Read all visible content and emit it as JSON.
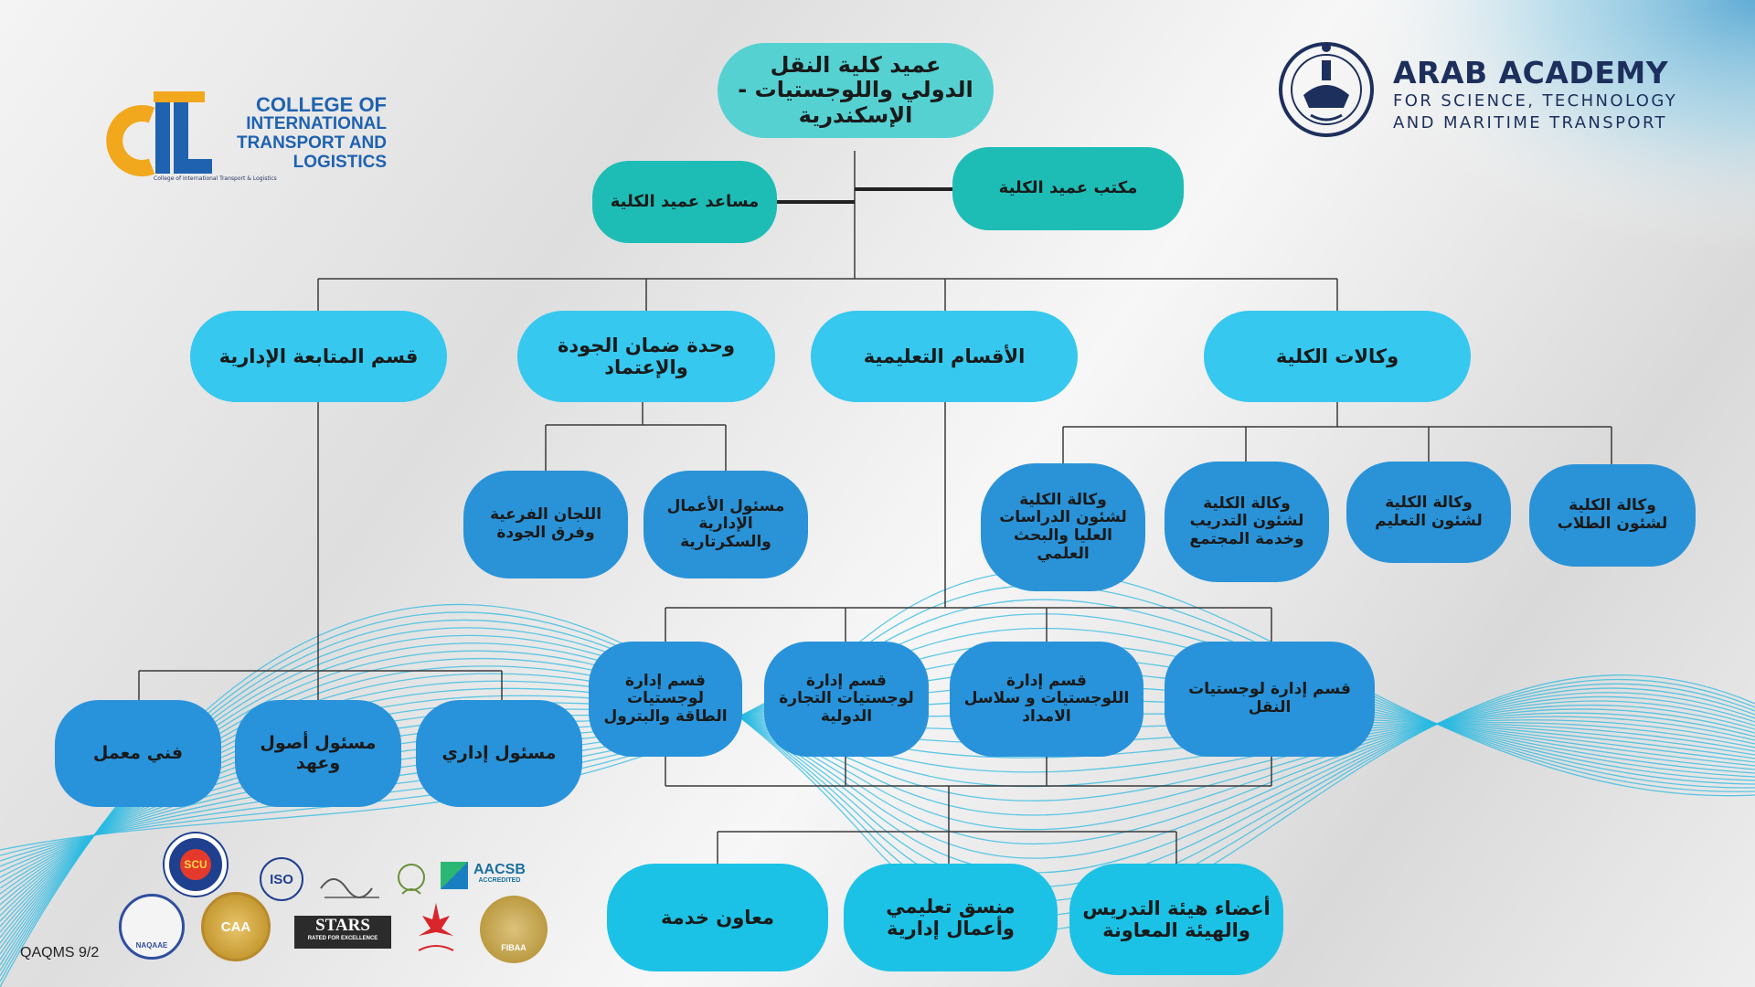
{
  "org": {
    "dean": "عميد كلية النقل الدولي واللوجستيات - الإسكندرية",
    "assistant_dean": "مساعد عميد الكلية",
    "dean_office": "مكتب عميد الكلية",
    "admin_followup": "قسم المتابعة الإدارية",
    "quality_unit": "وحدة ضمان الجودة والإعتماد",
    "academic_depts": "الأقسام التعليمية",
    "vice_deans": "وكالات الكلية",
    "sub_committees": "اللجان الفرعية وفرق الجودة",
    "admin_affairs": "مسئول الأعمال الإدارية والسكرتارية",
    "vd_graduate": "وكالة الكلية لشئون الدراسات العليا والبحث العلمي",
    "vd_training": "وكالة الكلية لشئون التدريب وخدمة المجتمع",
    "vd_education": "وكالة الكلية لشئون التعليم",
    "vd_students": "وكالة الكلية لشئون الطلاب",
    "dept_energy": "قسم إدارة لوجستيات الطاقة والبترول",
    "dept_trade": "قسم إدارة لوجستيات التجارة الدولية",
    "dept_supply": "قسم إدارة اللوجستيات و سلاسل الامداد",
    "dept_transport": "قسم إدارة لوجستيات النقل",
    "lab_tech": "فني معمل",
    "assets_officer": "مسئول أصول وعهد",
    "admin_officer": "مسئول إداري",
    "service_assistant": "معاون خدمة",
    "edu_coordinator": "منسق تعليمي وأعمال إدارية",
    "faculty_members": "أعضاء هيئة التدريس والهيئة المعاونة"
  },
  "logo_aast": {
    "title": "ARAB ACADEMY",
    "line1": "FOR SCIENCE, TECHNOLOGY",
    "line2": "AND MARITIME TRANSPORT"
  },
  "logo_citl": {
    "line1": "COLLEGE OF",
    "line2": "INTERNATIONAL",
    "line3": "TRANSPORT AND",
    "line4": "LOGISTICS",
    "tagline": "College of International Transport & Logistics"
  },
  "badges": {
    "scu": "SCU",
    "iso": "ISO",
    "aacsb": "AACSB",
    "aacsb_sub": "ACCREDITED",
    "caa": "CAA",
    "stars": "STARS",
    "stars_sub": "RATED FOR EXCELLENCE",
    "fibaa": "FIBAA",
    "naqaae": "NAQAAE"
  },
  "footer_code": "QAQMS 9/2",
  "colors": {
    "top": "#56d1d2",
    "teal": "#1dbdb6",
    "sky": "#36c8ef",
    "blue": "#2a93d8",
    "bottom": "#1cc2e6",
    "waves": "#2ab9e2"
  }
}
